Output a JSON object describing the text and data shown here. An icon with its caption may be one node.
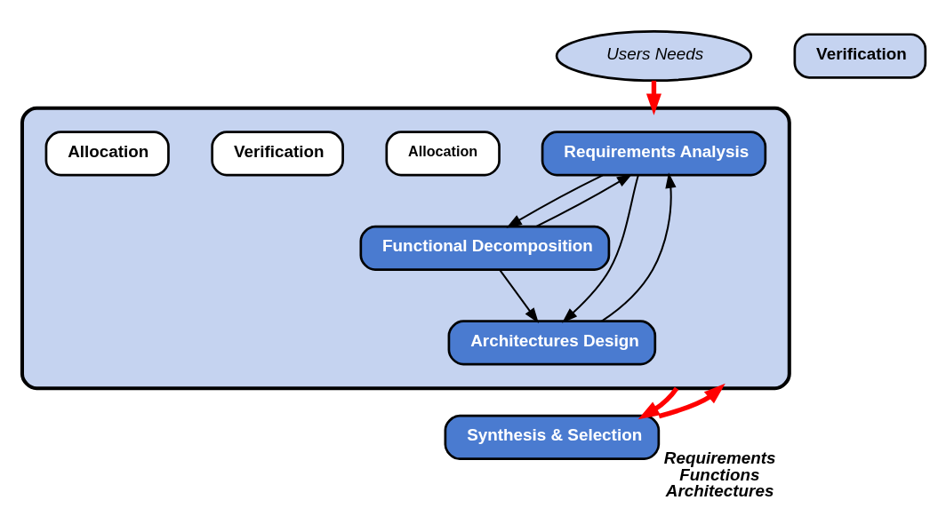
{
  "diagram": {
    "nodes": [
      {
        "text": [
          "Users Needs"
        ]
      },
      {
        "text": [],
        "shape": "box"
      },
      {
        "text": [
          "Requirements Analysis"
        ],
        "in": 1
      },
      {
        "text": [
          "Allocation"
        ],
        "in": 1
      },
      {
        "text": [
          "Verification"
        ],
        "in": 1
      },
      {
        "text": [
          "Functional Decomposition"
        ],
        "in": 1
      },
      {
        "text": [
          "Allocation"
        ],
        "in": 1
      },
      {
        "text": [
          "Architectures Design"
        ],
        "in": 1
      },
      {
        "text": [
          "Synthesis & Selection"
        ]
      },
      {
        "text": [
          "Verification"
        ]
      }
    ],
    "edges": [
      {
        "from": 0,
        "to": 1,
        "arrow": "to",
        "style": "thick",
        "color": "#ff0000"
      },
      {
        "from": 2,
        "to": 5,
        "arrow": "to"
      },
      {
        "from": 2,
        "to": 7,
        "arrow": "to"
      },
      {
        "from": 5,
        "to": 7,
        "arrow": "to"
      },
      {
        "from": 7,
        "to": 2,
        "arrow": "to"
      },
      {
        "from": 5,
        "to": 2,
        "arrow": "to"
      },
      {
        "from": 1,
        "to": 8,
        "arrow": "to",
        "label": "Requirements Functions Architectures",
        "style": "thick",
        "color": "#ff0000"
      },
      {
        "from": 8,
        "to": 1,
        "arrow": "to",
        "style": "thick",
        "color": "#ff0000"
      }
    ]
  }
}
